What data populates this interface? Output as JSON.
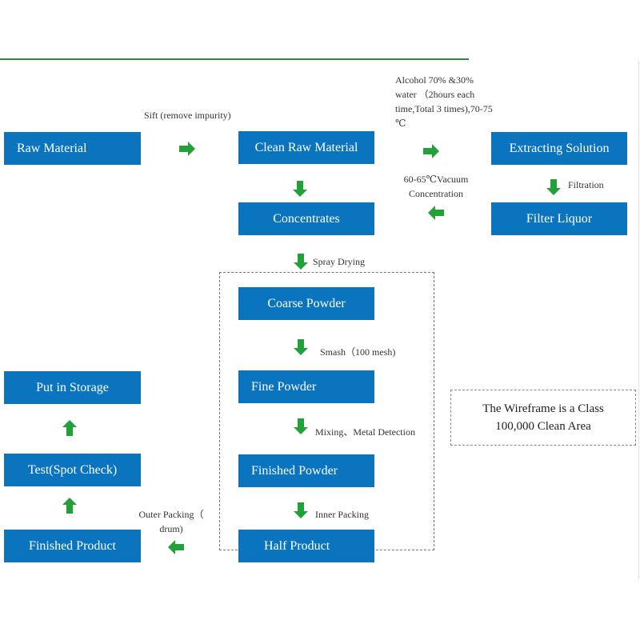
{
  "colors": {
    "box_fill": "#0a75be",
    "box_text": "#ffffff",
    "arrow": "#22a03a",
    "top_rule": "#2e8b3a"
  },
  "boxes": {
    "raw_material": "Raw Material",
    "clean_raw_material": "Clean Raw Material",
    "extracting_solution": "Extracting Solution",
    "concentrates": "Concentrates",
    "filter_liquor": "Filter Liquor",
    "coarse_powder": "Coarse Powder",
    "fine_powder": "Fine Powder",
    "finished_powder": "Finished Powder",
    "half_product": "Half Product",
    "put_in_storage": "Put in Storage",
    "test_spot_check": "Test(Spot Check)",
    "finished_product": "Finished Product"
  },
  "labels": {
    "sift": "Sift (remove impurity)",
    "alcohol": "Alcohol 70% &30%\nwater （2hours each\ntime,Total 3 times),70-75\n℃",
    "vacuum": "60-65℃Vacuum\nConcentration",
    "filtration": "Filtration",
    "spray_drying": "Spray Drying",
    "smash": "Smash（100 mesh)",
    "mixing": "Mixing、Metal Detection",
    "inner_packing": "Inner Packing",
    "outer_packing": "Outer Packing（\ndrum)"
  },
  "note": "The Wireframe is a Class\n100,000 Clean Area",
  "arrows": [
    {
      "id": "raw-to-clean",
      "direction": "right",
      "icon": "arrow-right-icon"
    },
    {
      "id": "clean-to-extracting",
      "direction": "right",
      "icon": "arrow-right-icon"
    },
    {
      "id": "clean-to-concentrates",
      "direction": "down",
      "icon": "arrow-down-icon"
    },
    {
      "id": "extracting-to-filter",
      "direction": "down",
      "icon": "arrow-down-icon"
    },
    {
      "id": "filter-to-concentrates",
      "direction": "left",
      "icon": "arrow-left-icon"
    },
    {
      "id": "concentrates-to-coarse",
      "direction": "down",
      "icon": "arrow-down-icon"
    },
    {
      "id": "coarse-to-fine",
      "direction": "down",
      "icon": "arrow-down-icon"
    },
    {
      "id": "fine-to-finished-powder",
      "direction": "down",
      "icon": "arrow-down-icon"
    },
    {
      "id": "finished-powder-to-half",
      "direction": "down",
      "icon": "arrow-down-icon"
    },
    {
      "id": "half-to-finished-product",
      "direction": "left",
      "icon": "arrow-left-icon"
    },
    {
      "id": "finished-product-to-test",
      "direction": "up",
      "icon": "arrow-up-icon"
    },
    {
      "id": "test-to-storage",
      "direction": "up",
      "icon": "arrow-up-icon"
    }
  ]
}
